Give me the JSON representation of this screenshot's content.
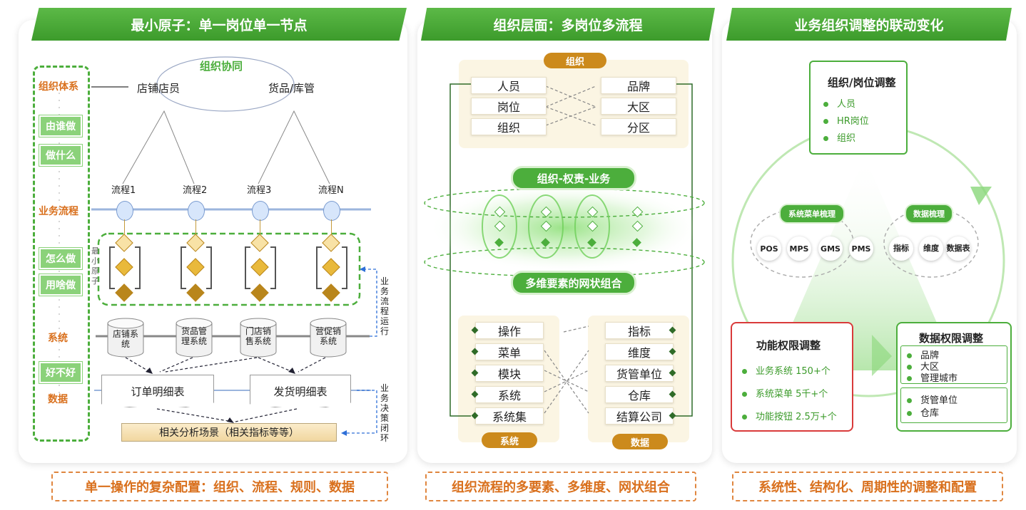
{
  "panels": [
    {
      "title": "最小原子：单一岗位单一节点",
      "footer": "单一操作的复杂配置：组织、流程、规则、数据"
    },
    {
      "title": "组织层面：多岗位多流程",
      "footer": "组织流程的多要素、多维度、网状组合"
    },
    {
      "title": "业务组织调整的联动变化",
      "footer": "系统性、结构化、周期性的调整和配置"
    }
  ],
  "p1": {
    "left_col": {
      "org_system": "组织体系",
      "who": "由谁做",
      "what": "做什么",
      "biz_process": "业务流程",
      "how": "怎么做",
      "use_what": "用啥做",
      "system": "系统",
      "good_bad": "好不好",
      "data": "数据"
    },
    "collab": "组织协同",
    "store_clerk": "店铺店员",
    "goods_stock": "货品/库管",
    "processes": [
      "流程1",
      "流程2",
      "流程3",
      "流程N"
    ],
    "atom_label": "最小原子",
    "biz_run_label": "业务流程运行",
    "systems": [
      "店铺系统",
      "货品管理系统",
      "门店销售系统",
      "营促销系统"
    ],
    "order_table": "订单明细表",
    "ship_table": "发货明细表",
    "analysis": "相关分析场景（相关指标等等）",
    "decision_label": "业务决策闭环"
  },
  "p2": {
    "org_pill": "组织",
    "org_left": [
      "人员",
      "岗位",
      "组织"
    ],
    "org_right": [
      "品牌",
      "大区",
      "分区"
    ],
    "mid_top": "组织-权责-业务",
    "mid_bottom": "多维要素的网状组合",
    "sys_items": [
      "操作",
      "菜单",
      "模块",
      "系统",
      "系统集"
    ],
    "data_items": [
      "指标",
      "维度",
      "货管单位",
      "仓库",
      "结算公司"
    ],
    "sys_pill": "系统",
    "data_pill": "数据"
  },
  "p3": {
    "org_adjust": {
      "title": "组织/岗位调整",
      "items": [
        "人员",
        "HR岗位",
        "组织"
      ]
    },
    "menu_sort": "系统菜单梳理",
    "menu_items": [
      "POS",
      "MPS",
      "GMS",
      "PMS"
    ],
    "data_sort": "数据梳理",
    "data_sort_items": [
      "指标",
      "维度",
      "数据表"
    ],
    "func_adjust": {
      "title": "功能权限调整",
      "items": [
        "业务系统  150+个",
        "系统菜单  5千+个",
        "功能按钮  2.5万+个"
      ]
    },
    "data_adjust": {
      "title": "数据权限调整",
      "group1": [
        "品牌",
        "大区",
        "管理城市"
      ],
      "group2": [
        "货管单位",
        "仓库"
      ]
    }
  },
  "colors": {
    "green": "#4cae3c",
    "light_green": "#8bd27a",
    "orange": "#d9701d",
    "red": "#d93a3a",
    "brown": "#cc8a1c"
  }
}
